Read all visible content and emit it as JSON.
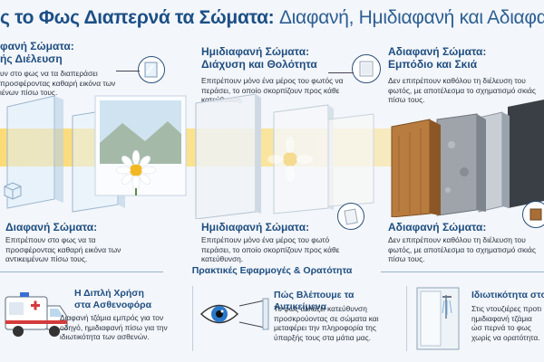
{
  "header": {
    "title_bold": "ς το Φως Διαπερνά τα Σώματα:",
    "title_rest": "Διαφανή, Ημιδιαφανή και Αδιαφα"
  },
  "columns": {
    "transparent": {
      "heading_top_1": "φανή Σώματα:",
      "heading_top_2": "ής Διέλευση",
      "text_top": "υν στο φως να τα διαπεράσει προσφέροντας καθαρή εικόνα των ιένων πίσω τους.",
      "heading_bottom": "Διαφανή Σώματα:",
      "text_bottom": "Επιτρέπουν στο φως να τα προσφέροντας καθαρή εικόνα των αντικειμένων πίσω τους."
    },
    "translucent": {
      "heading_top_1": "Ημιδιαφανή Σώματα:",
      "heading_top_2": "Διάχυση και Θολότητα",
      "text_top": "Επιτρέπουν μόνο ένα μέρος του φωτός να περάσει, το οποίο σκορπίζουν προς κάθε κατεύθυνση.",
      "heading_bottom": "Ημιδιαφανή Σώματα:",
      "text_bottom": "Επιτρέπουν μόνο ένα μέρος του φωτό περάσει, το οποίο σκορπίζουν προς κάθε κατεύθυνση."
    },
    "opaque": {
      "heading_top_1": "Αδιαφανή Σώματα:",
      "heading_top_2": "Εμπόδιο και Σκιά",
      "text_top": "Δεν επιτρέπουν καθόλου τη διέλευση του φωτός, με αποτέλεσμα το σχηματισμό σκιάς πίσω τους.",
      "heading_bottom": "Αδιαφανή Σώματα:",
      "text_bottom": "Δεν επιτρέπουν καθόλου τη διέλευση του φωτός, με αποτέλεσμα το σχηματισμό σκιάς πίσω τους."
    }
  },
  "applications": {
    "heading": "Πρακτικές Εφαρμογές & Ορατότητα",
    "ambulance": {
      "heading_1": "Η Διπλή Χρήση",
      "heading_2": "στα Ασθενοφόρα",
      "text": "Διαφανή τζάμια εμπρός για τον οδηγό, ημιδιαφανή πίσω για την ιδιωτικότητα των ασθενών."
    },
    "eye": {
      "heading": "Πώς Βλέπουμε τα Αντικείμενα",
      "text": "Το φως αλλάζει κατεύθυνση προσκρούοντας σε σώματα και μεταφέρει την πληροφορία της ύπαρξής τους στα μάτια μας."
    },
    "shower": {
      "heading": "Ιδιωτικότητα στο",
      "text": "Στις ντουζιέρες προτι ημιδιαφανή τζάμια ώσ περνά το φως χωρίς να ορατότητα."
    }
  },
  "colors": {
    "title_blue": "#1c4f86",
    "light_beam": "#fdd660"
  }
}
